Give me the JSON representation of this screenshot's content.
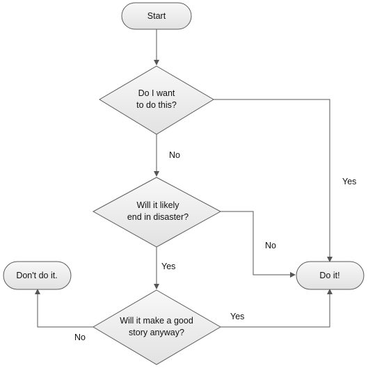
{
  "diagram": {
    "start": "Start",
    "q1": {
      "line1": "Do I want",
      "line2": "to do this?"
    },
    "q2": {
      "line1": "Will it likely",
      "line2": "end in disaster?"
    },
    "q3": {
      "line1": "Will it make a good",
      "line2": "story anyway?"
    },
    "dont": "Don't do it.",
    "do": "Do it!",
    "labels": {
      "q1_no": "No",
      "q1_yes": "Yes",
      "q2_no": "No",
      "q2_yes": "Yes",
      "q3_no": "No",
      "q3_yes": "Yes"
    }
  },
  "colors": {
    "shape_fill_top": "#f8f8f8",
    "shape_fill_bottom": "#e2e2e2",
    "stroke": "#5a5a5a",
    "connector": "#555555"
  }
}
